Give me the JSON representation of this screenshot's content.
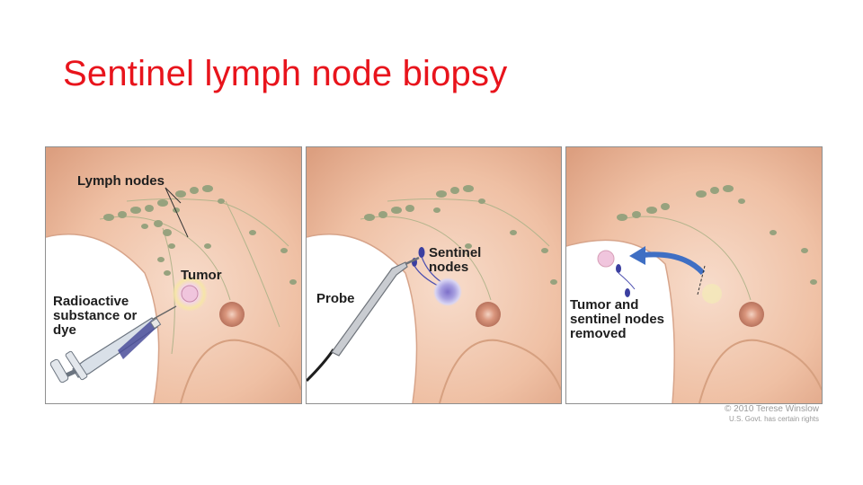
{
  "title": "Sentinel lymph node biopsy",
  "panels": [
    {
      "labels": {
        "lymph_nodes": "Lymph nodes",
        "tumor": "Tumor",
        "radioactive": "Radioactive substance or dye"
      }
    },
    {
      "labels": {
        "probe": "Probe",
        "sentinel_nodes": "Sentinel nodes"
      }
    },
    {
      "labels": {
        "removed": "Tumor and sentinel nodes removed"
      }
    }
  ],
  "credit": {
    "line1": "© 2010 Terese Winslow",
    "line2": "U.S. Govt. has certain rights"
  },
  "colors": {
    "title": "#e8141c",
    "skin": "#f3c8ae",
    "node": "#97a27e",
    "tumor_glow": "#c9c3e8",
    "arrow": "#3f6fc4"
  }
}
